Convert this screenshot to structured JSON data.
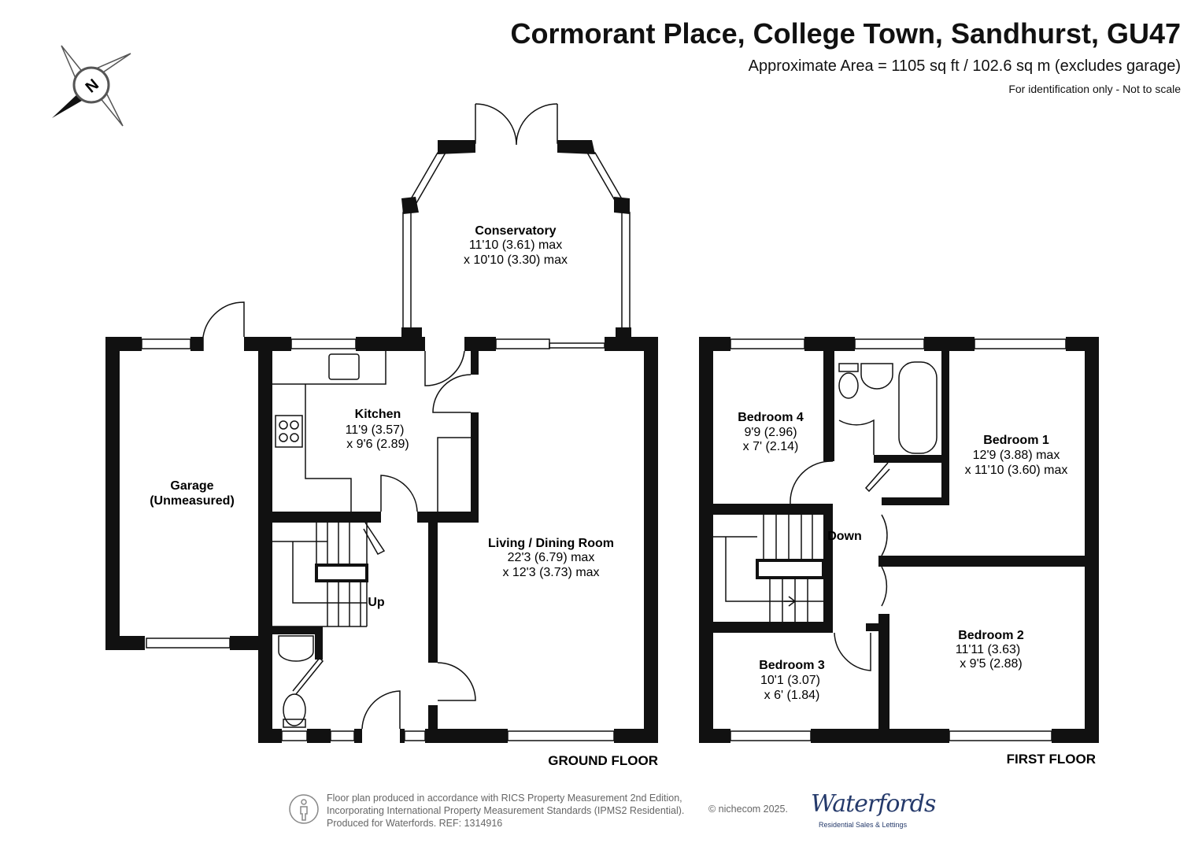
{
  "header": {
    "title": "Cormorant Place, College Town, Sandhurst, GU47",
    "area": "Approximate Area = 1105 sq ft / 102.6 sq m (excludes garage)",
    "note": "For identification only - Not to scale"
  },
  "compass": {
    "icon": "north-compass-icon",
    "label": "N"
  },
  "ground_floor": {
    "label": "GROUND FLOOR",
    "rooms": {
      "conservatory": {
        "name": "Conservatory",
        "dim1": "11'10 (3.61) max",
        "dim2": "x 10'10 (3.30) max"
      },
      "kitchen": {
        "name": "Kitchen",
        "dim1": "11'9 (3.57)",
        "dim2": "x 9'6 (2.89)"
      },
      "garage": {
        "name": "Garage",
        "dim1": "(Unmeasured)"
      },
      "living": {
        "name": "Living / Dining Room",
        "dim1": "22'3 (6.79) max",
        "dim2": "x 12'3 (3.73) max"
      }
    },
    "stairs_label": "Up"
  },
  "first_floor": {
    "label": "FIRST FLOOR",
    "rooms": {
      "bedroom4": {
        "name": "Bedroom 4",
        "dim1": "9'9 (2.96)",
        "dim2": "x 7' (2.14)"
      },
      "bedroom1": {
        "name": "Bedroom 1",
        "dim1": "12'9 (3.88) max",
        "dim2": "x 11'10 (3.60) max"
      },
      "bedroom2": {
        "name": "Bedroom 2",
        "dim1": "11'11 (3.63)",
        "dim2": "x 9'5 (2.88)"
      },
      "bedroom3": {
        "name": "Bedroom 3",
        "dim1": "10'1 (3.07)",
        "dim2": "x 6' (1.84)"
      }
    },
    "stairs_label": "Down"
  },
  "footer": {
    "line1": "Floor plan produced in accordance with RICS Property Measurement 2nd Edition,",
    "line2": "Incorporating International Property Measurement Standards (IPMS2 Residential).",
    "line3": "Produced for Waterfords.   REF:  1314916",
    "copyright": "© nichecom 2025.",
    "brand": "Waterfords",
    "brand_tagline": "Residential Sales & Lettings"
  },
  "colors": {
    "wall": "#111111",
    "brand": "#253a6b",
    "footer_text": "#666666"
  }
}
